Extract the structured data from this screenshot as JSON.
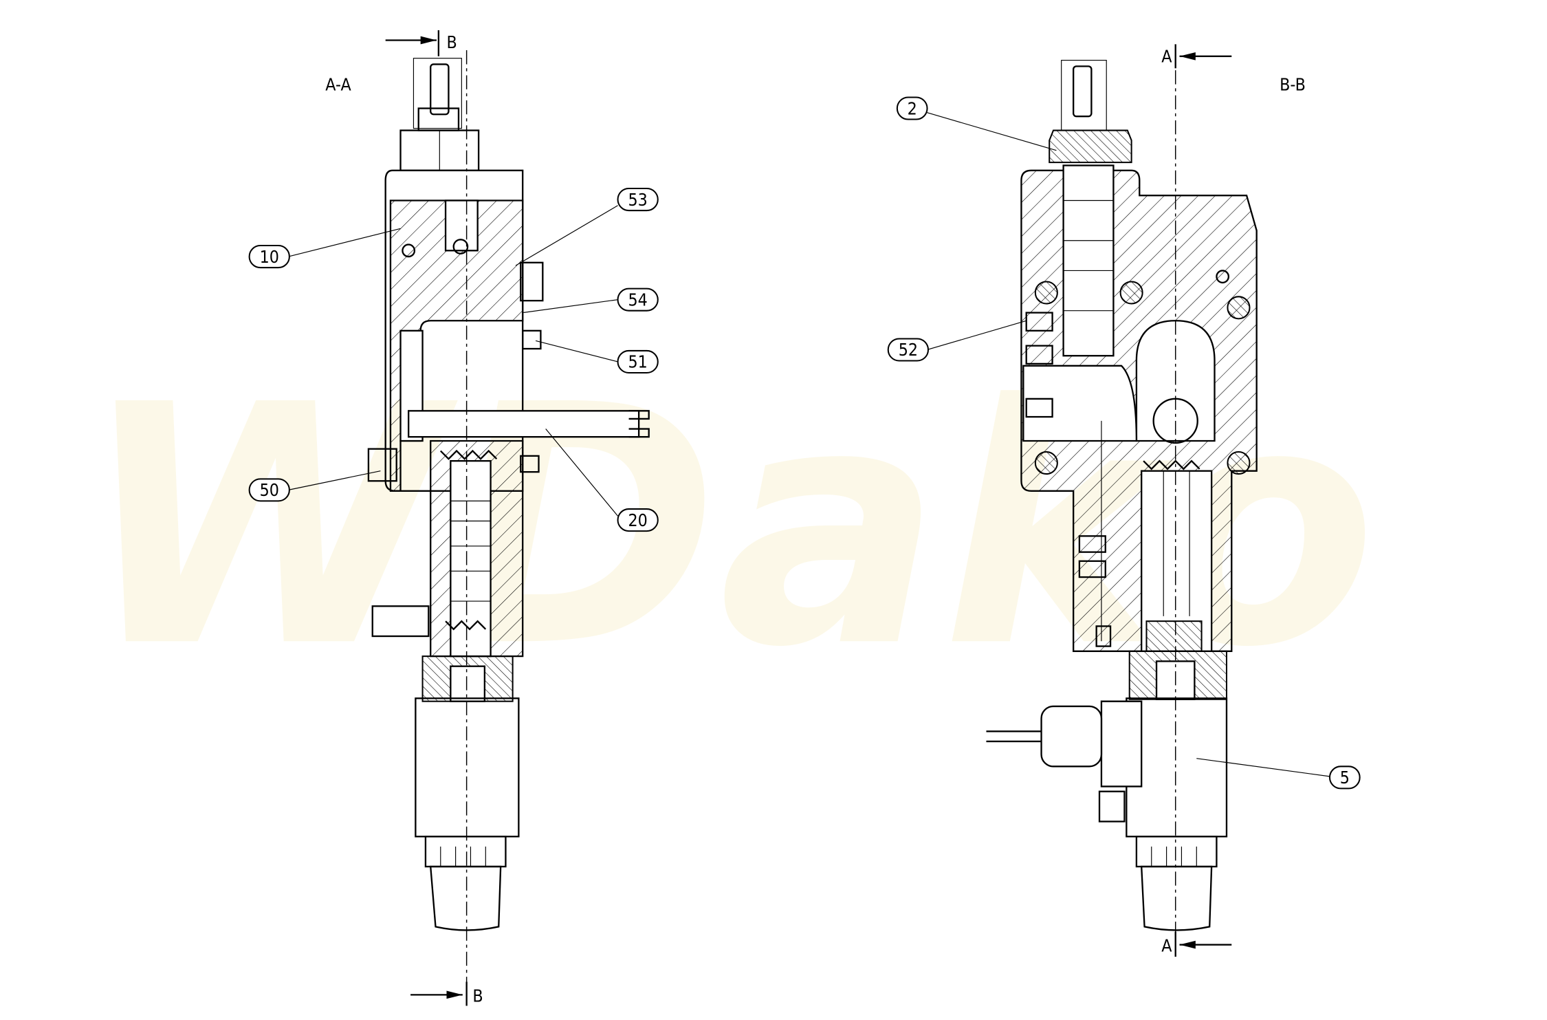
{
  "drawing": {
    "watermark": "WDako",
    "left_view": {
      "section_title": "A-A",
      "cut_marker_top": "B",
      "cut_marker_bottom": "B",
      "callouts": [
        "10",
        "53",
        "54",
        "51",
        "50",
        "20"
      ]
    },
    "right_view": {
      "section_title": "B-B",
      "cut_marker_top": "A",
      "cut_marker_bottom": "A",
      "callouts": [
        "2",
        "52",
        "5"
      ]
    }
  }
}
